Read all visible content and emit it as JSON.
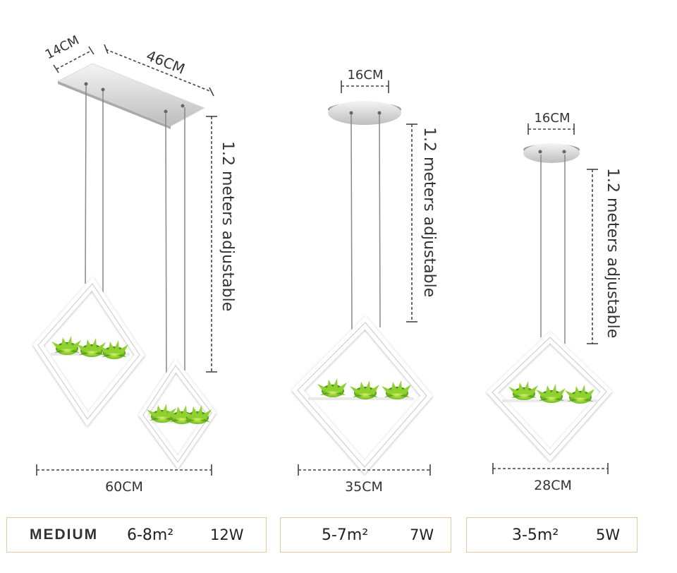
{
  "product1": {
    "canopy_depth": "14CM",
    "canopy_length": "46CM",
    "cable_note": "1.2 meters adjustable",
    "width": "60CM"
  },
  "product2": {
    "canopy_diameter": "16CM",
    "cable_note": "1.2 meters adjustable",
    "width": "35CM"
  },
  "product3": {
    "canopy_diameter": "16CM",
    "cable_note": "1.2 meters adjustable",
    "width": "28CM"
  },
  "specs": [
    {
      "size_label": "MEDIUM",
      "area": "6-8m²",
      "power": "12W"
    },
    {
      "area": "5-7m²",
      "power": "7W"
    },
    {
      "area": "3-5m²",
      "power": "5W"
    }
  ],
  "colors": {
    "frame": "#ffffff",
    "frame_shadow": "#b8b8b8",
    "plant": "#7cc423",
    "box_border": "#e3c9a0"
  }
}
